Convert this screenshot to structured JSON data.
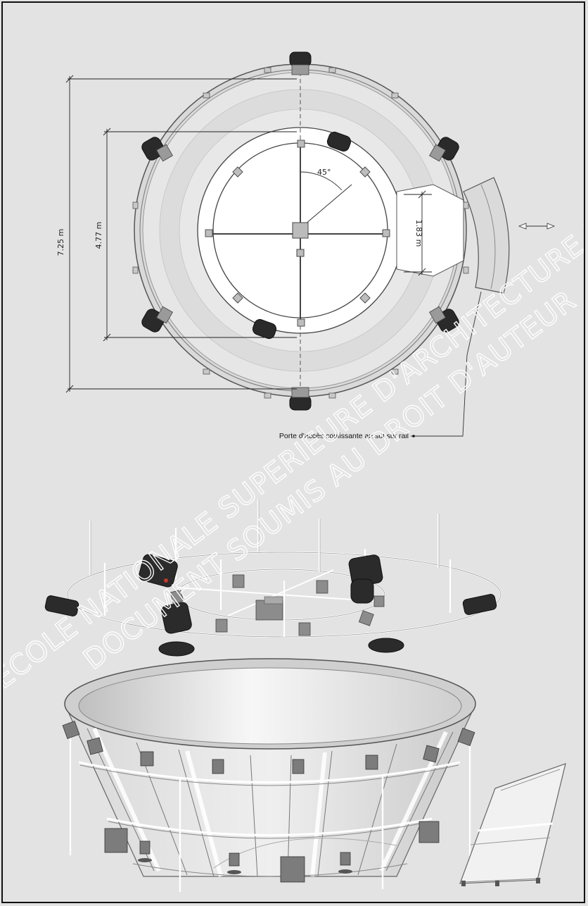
{
  "plan": {
    "dim_outer": "7.25 m",
    "dim_inner": "4.77 m",
    "dim_opening": "1.83 m",
    "angle": "45°",
    "door_note": "Porte d'accès coulissante au sol sur rail"
  },
  "watermark": {
    "line1": "ECOLE NATIONALE SUPERIEURE D'ARCHITECTURE DE NANTES",
    "line2": "DOCUMENT SOUMIS AU DROIT D'AUTEUR"
  }
}
